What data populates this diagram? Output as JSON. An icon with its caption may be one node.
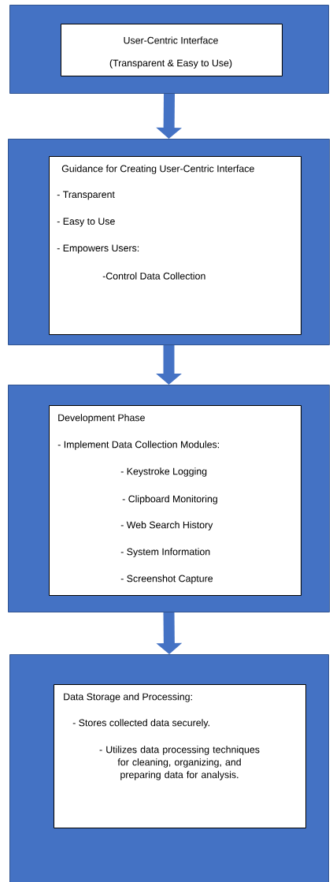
{
  "diagram": {
    "nodes": [
      {
        "text": [],
        "shape": "box"
      },
      {
        "text": [
          "User-Centric Interface",
          "(Transparent & Easy to Use)"
        ],
        "in": 0
      },
      {
        "text": [],
        "shape": "box"
      },
      {
        "text": [
          "Guidance for Creating User-Centric Interface",
          "- Transparent",
          "- Easy to Use",
          "- Empowers Users:",
          "-Control Data Collection"
        ],
        "in": 2
      },
      {
        "text": [],
        "shape": "box"
      },
      {
        "text": [
          "Development Phase",
          "- Implement Data Collection Modules:",
          "- Keystroke Logging",
          "- Clipboard Monitoring",
          "- Web Search History",
          "- System Information",
          "- Screenshot Capture"
        ],
        "in": 4
      },
      {
        "text": [],
        "shape": "box"
      },
      {
        "text": [
          "Data Storage and Processing:",
          "- Stores collected data securely.",
          "- Utilizes data processing techniques for cleaning, organizing, and preparing data for analysis."
        ],
        "in": 6
      }
    ],
    "edges": [
      {
        "from": 0,
        "to": 2,
        "arrow": "to"
      },
      {
        "from": 2,
        "to": 4,
        "arrow": "to"
      },
      {
        "from": 4,
        "to": 6,
        "arrow": "to"
      }
    ]
  }
}
